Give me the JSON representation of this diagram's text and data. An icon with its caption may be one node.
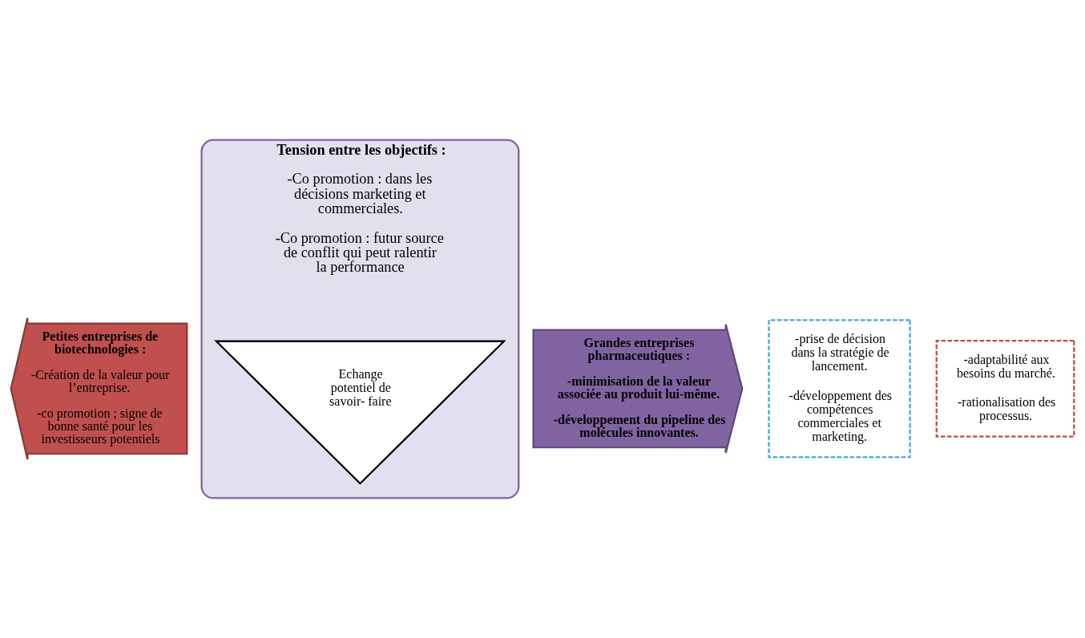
{
  "diagram": {
    "nodes": [
      {
        "text": [
          "Petites entreprises de biotechnologies :",
          "-Création de la valeur pour l’entreprise.",
          "-co promotion ; signe de bonne santé pour les investisseurs potentiels"
        ]
      },
      {
        "text": [
          "Tension entre les objectifs :",
          "-Co promotion : dans les décisions marketing et commerciales.",
          "-Co promotion : futur source de conflit qui peut ralentir la performance"
        ]
      },
      {
        "text": [
          "Echange potentiel de savoir- faire"
        ],
        "in": 1
      },
      {
        "text": [
          "Grandes entreprises pharmaceutiques :",
          "-minimisation de la valeur associée au produit lui-même.",
          "-développement du pipeline des molécules innovantes."
        ]
      },
      {
        "text": [
          "-prise de décision dans la stratégie de lancement.",
          "-développement des compétences commerciales et marketing."
        ]
      },
      {
        "text": [
          "-adaptabilité aux besoins du marché.",
          "-rationalisation des processus."
        ]
      }
    ],
    "edges": []
  }
}
